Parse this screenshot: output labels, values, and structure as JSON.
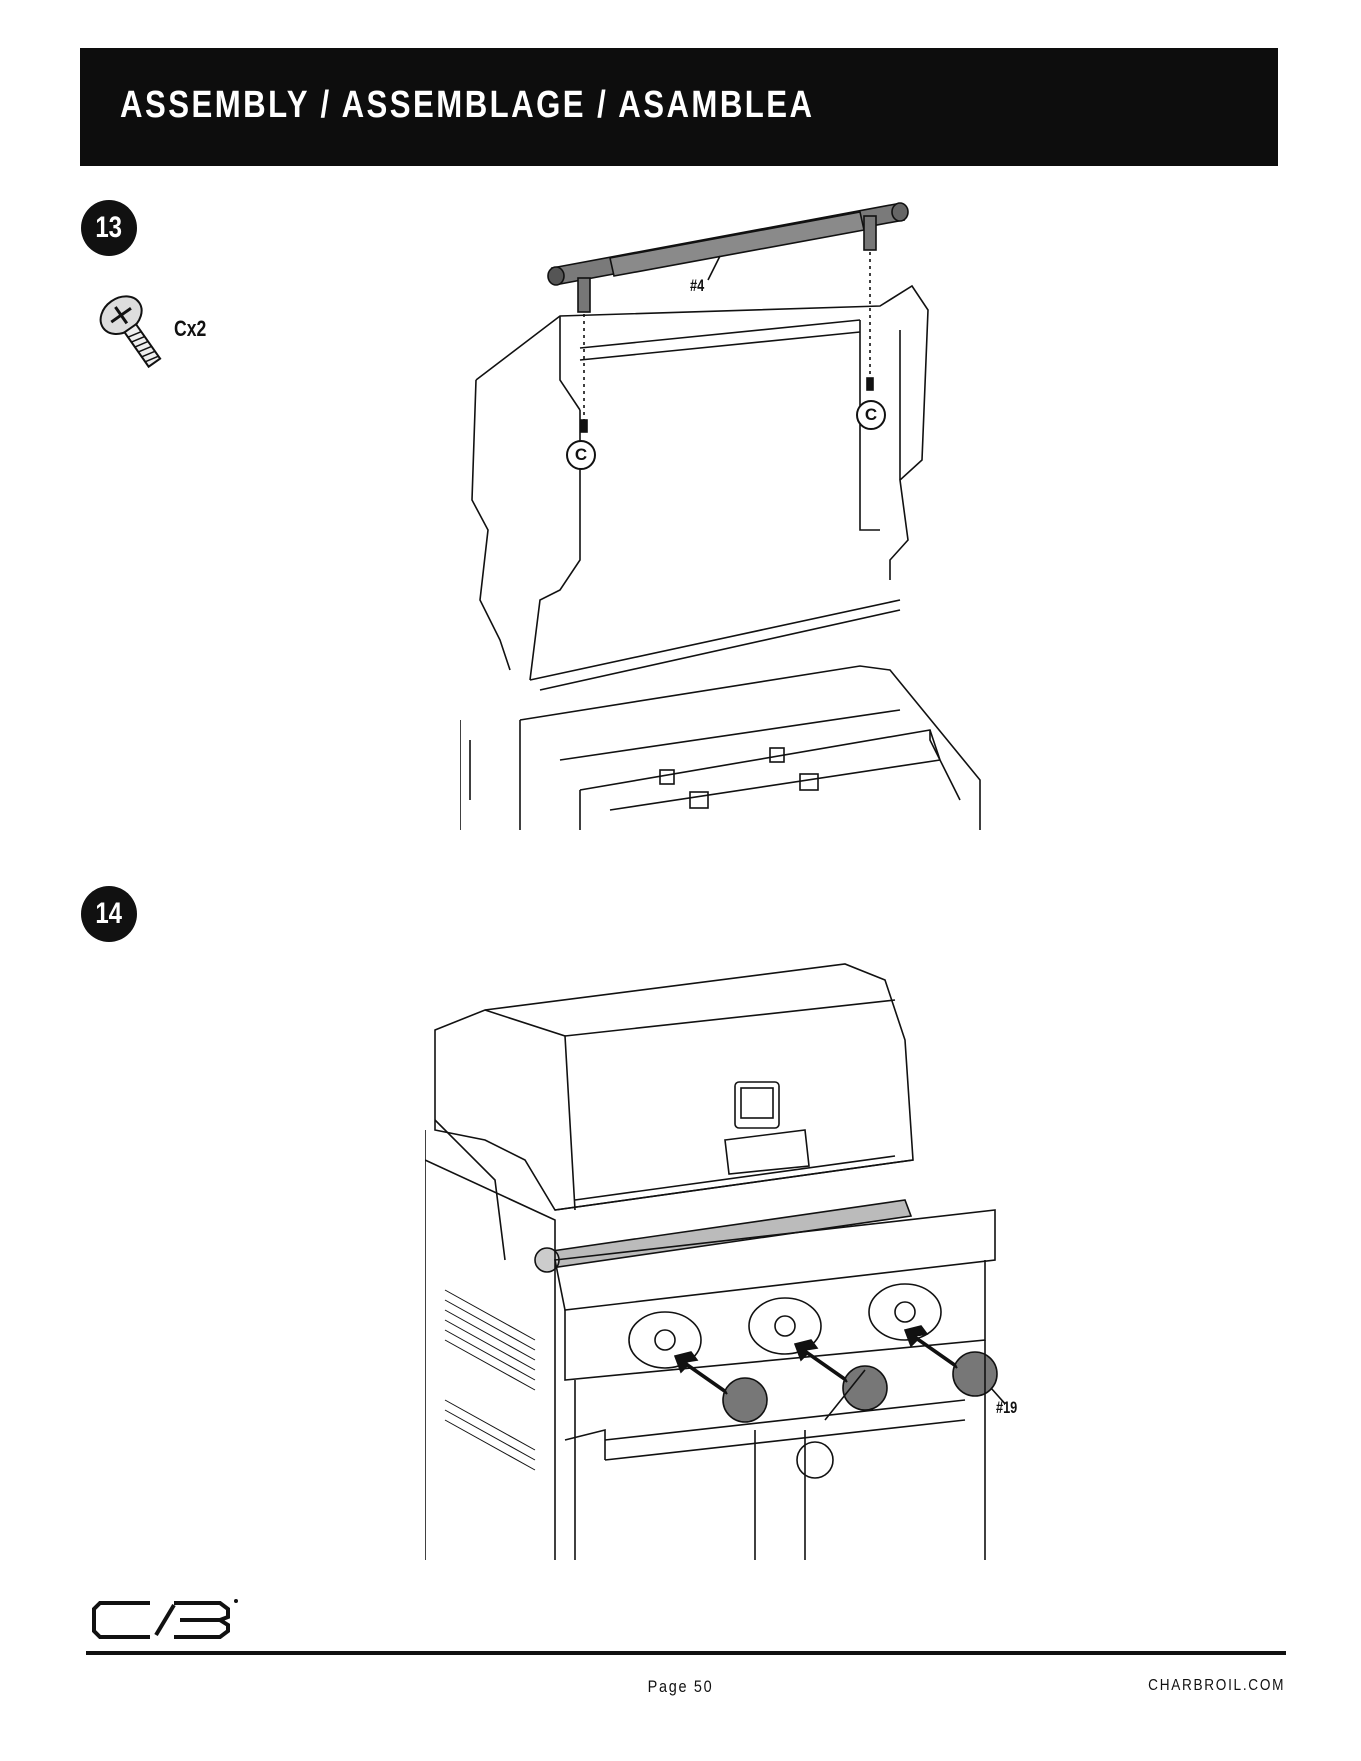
{
  "header": {
    "title": "ASSEMBLY / ASSEMBLAGE / ASAMBLEA"
  },
  "step13": {
    "number": "13",
    "hardware_label": "Cx2",
    "handle_part": "#4",
    "callout_left": "C",
    "callout_right": "C"
  },
  "step14": {
    "number": "14",
    "knob_part": "#19"
  },
  "footer": {
    "page": "Page 50",
    "website": "CHARBROIL.COM",
    "logo": "CB"
  },
  "icons": [
    "screw-icon",
    "grill-lid-open-illustration",
    "grill-closed-illustration",
    "brand-logo"
  ]
}
